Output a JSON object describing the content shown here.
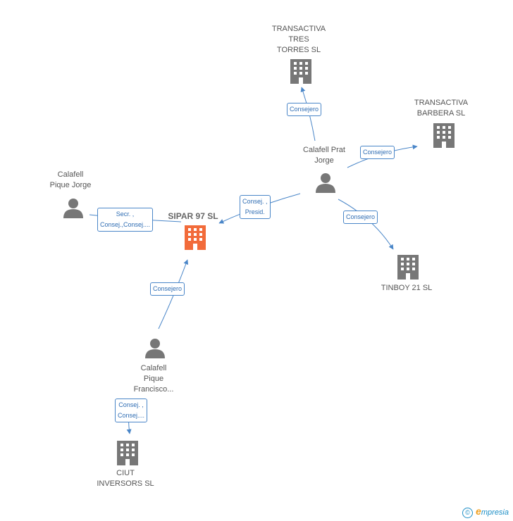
{
  "nodes": {
    "sipar": {
      "label": "SIPAR 97 SL",
      "type": "company",
      "color": "#f26b3a"
    },
    "tres_torres": {
      "label": "TRANSACTIVA\nTRES\nTORRES SL",
      "type": "company",
      "color": "#777777"
    },
    "barbera": {
      "label": "TRANSACTIVA\nBARBERA SL",
      "type": "company",
      "color": "#777777"
    },
    "tinboy": {
      "label": "TINBOY 21 SL",
      "type": "company",
      "color": "#777777"
    },
    "ciut": {
      "label": "CIUT\nINVERSORS  SL",
      "type": "company",
      "color": "#777777"
    },
    "prat": {
      "label": "Calafell Prat\nJorge",
      "type": "person",
      "color": "#777777"
    },
    "pique_jorge": {
      "label": "Calafell\nPique Jorge",
      "type": "person",
      "color": "#777777"
    },
    "pique_francisco": {
      "label": "Calafell\nPique\nFrancisco...",
      "type": "person",
      "color": "#777777"
    }
  },
  "edges": {
    "prat_tres_torres": {
      "label": "Consejero"
    },
    "prat_barbera": {
      "label": "Consejero"
    },
    "prat_sipar": {
      "label": "Consej. ,\nPresid."
    },
    "prat_tinboy": {
      "label": "Consejero"
    },
    "pique_jorge_sipar": {
      "label": "Secr. ,\nConsej.,Consej...."
    },
    "francisco_sipar": {
      "label": "Consejero"
    },
    "francisco_ciut": {
      "label": "Consej. ,\nConsej...."
    }
  },
  "colors": {
    "edge": "#4a86c8",
    "company_main": "#f26b3a",
    "icon": "#777777"
  },
  "brand": {
    "copyright": "©",
    "initial": "e",
    "rest": "mpresia"
  }
}
